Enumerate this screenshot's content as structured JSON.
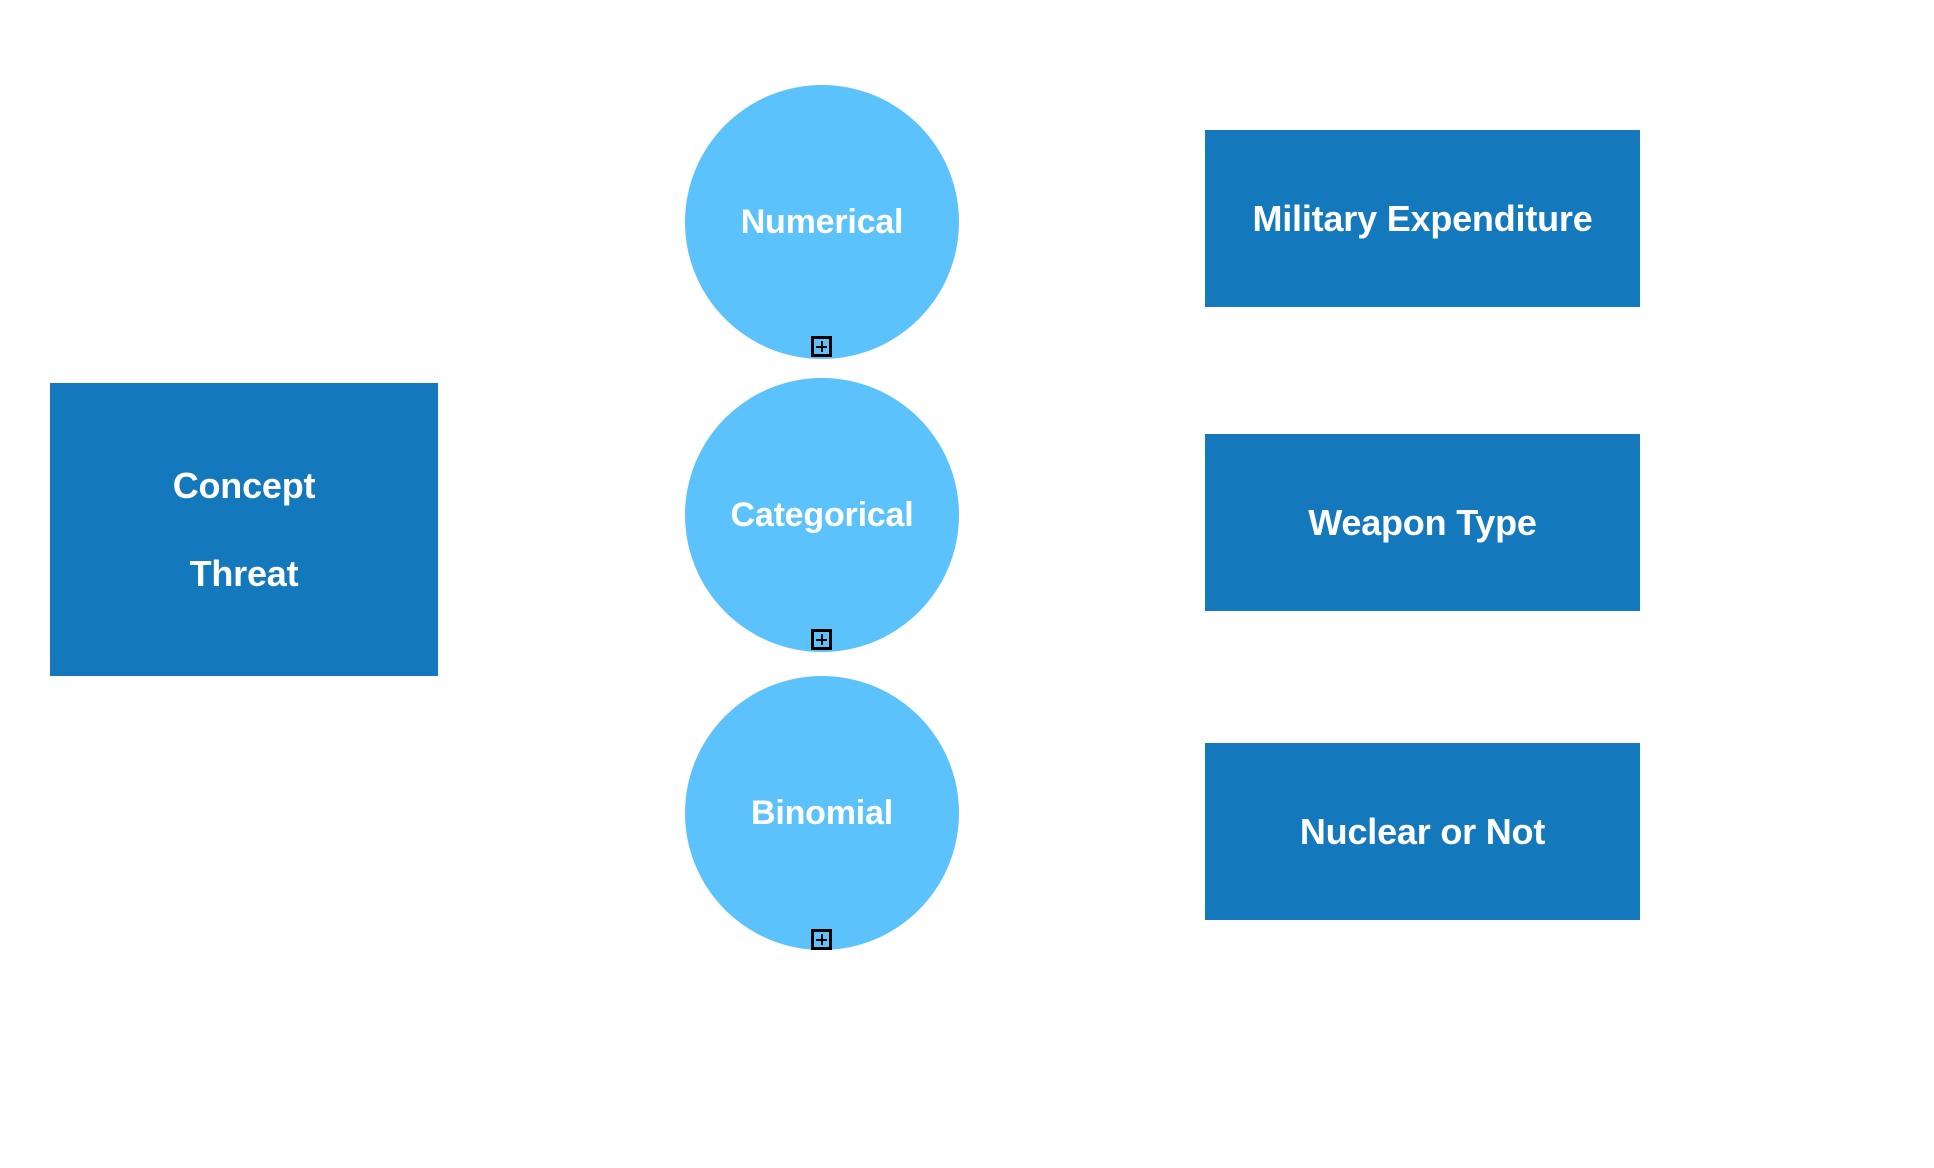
{
  "diagram": {
    "type": "concept-attribute-map",
    "background_color": "#ffffff",
    "colors": {
      "concept_fill": "#1478bc",
      "type_fill": "#5cc2fc",
      "label_text": "#ffffff",
      "handle_stroke": "#000000"
    }
  },
  "concept_node": {
    "kind_label": "Concept",
    "name_label": "Threat",
    "fill": "#1478bc"
  },
  "type_nodes": [
    {
      "label": "Numerical",
      "fill": "#5cc2fc",
      "handle_icon": "plus-box-icon",
      "handle_state": "collapsed"
    },
    {
      "label": "Categorical",
      "fill": "#5cc2fc",
      "handle_icon": "plus-box-icon",
      "handle_state": "collapsed"
    },
    {
      "label": "Binomial",
      "fill": "#5cc2fc",
      "handle_icon": "plus-box-icon",
      "handle_state": "collapsed"
    }
  ],
  "attribute_nodes": [
    {
      "label": "Military Expenditure",
      "fill": "#1478bc"
    },
    {
      "label": "Weapon Type",
      "fill": "#1478bc"
    },
    {
      "label": "Nuclear or Not",
      "fill": "#1478bc"
    }
  ]
}
